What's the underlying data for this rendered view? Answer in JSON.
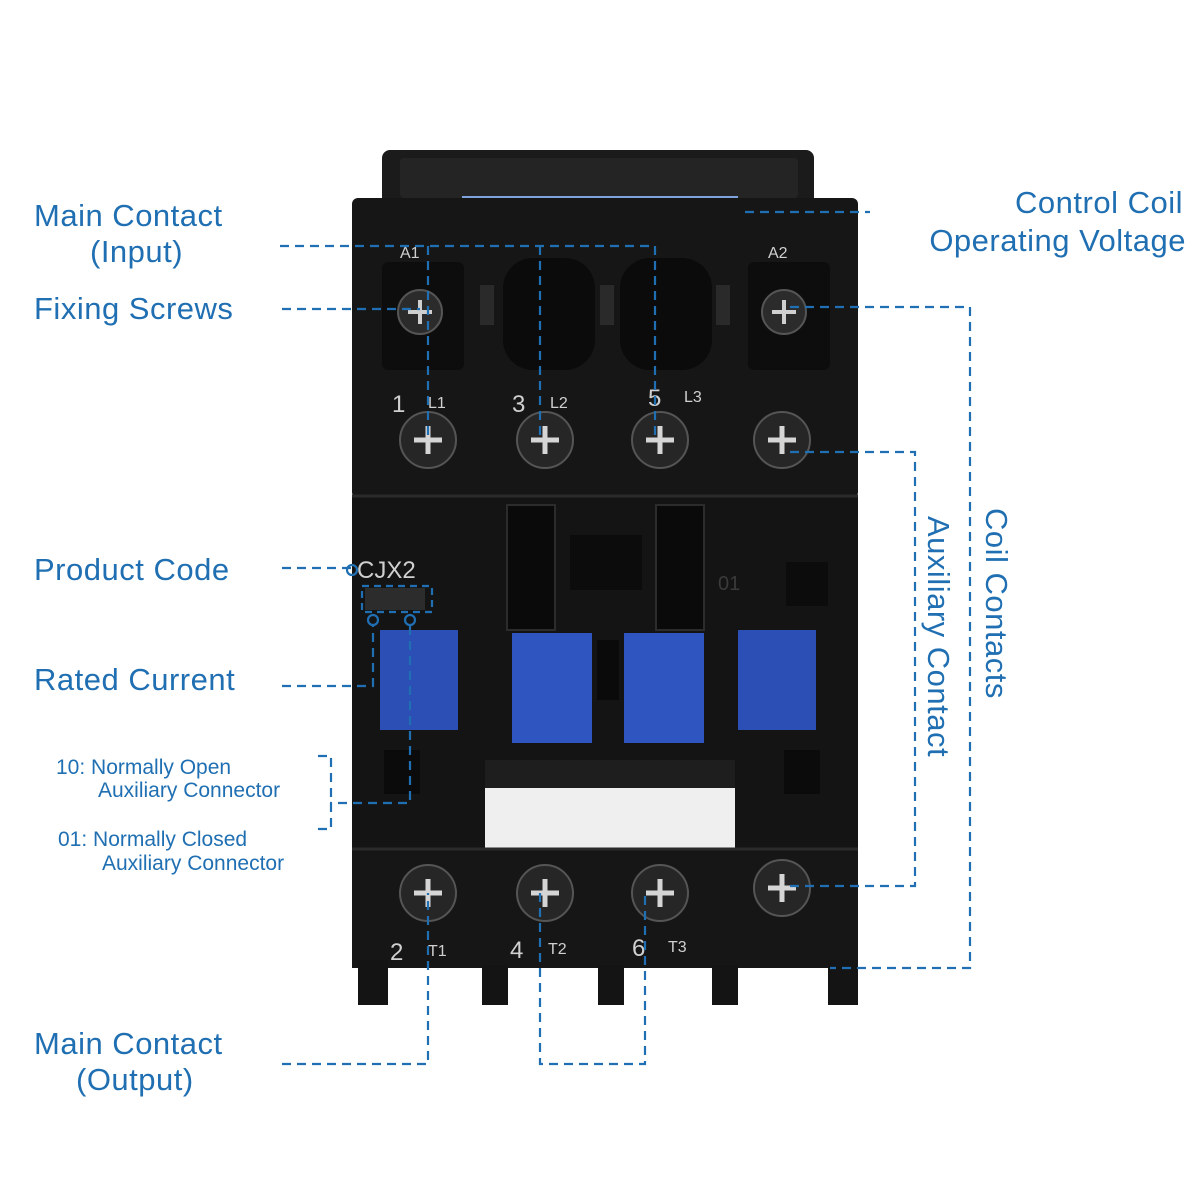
{
  "labels": {
    "main_contact_input_line1": "Main Contact",
    "main_contact_input_line2": "(Input)",
    "fixing_screws": "Fixing Screws",
    "product_code": "Product Code",
    "rated_current": "Rated Current",
    "no_aux_line1": "10: Normally Open",
    "no_aux_line2": "Auxiliary Connector",
    "nc_aux_line1": "01: Normally Closed",
    "nc_aux_line2": "Auxiliary Connector",
    "main_contact_output_line1": "Main Contact",
    "main_contact_output_line2": "(Output)",
    "control_coil_line1": "Control Coil",
    "control_coil_line2": "Operating Voltage",
    "coil_contacts": "Coil Contacts",
    "auxiliary_contact": "Auxiliary Contact"
  },
  "device": {
    "model": "CJX2",
    "coil_a1": "A1",
    "coil_a2": "A2",
    "aux_marker": "01",
    "terminals_top": [
      {
        "num": "1",
        "name": "L1"
      },
      {
        "num": "3",
        "name": "L2"
      },
      {
        "num": "5",
        "name": "L3"
      }
    ],
    "terminals_bottom": [
      {
        "num": "2",
        "name": "T1"
      },
      {
        "num": "4",
        "name": "T2"
      },
      {
        "num": "6",
        "name": "T3"
      }
    ]
  },
  "colors": {
    "label_blue": "#1f6fb2",
    "body_black": "#151515",
    "slider_blue": "#2b4fb5",
    "coil_label_blue": "#7fa3dc"
  }
}
